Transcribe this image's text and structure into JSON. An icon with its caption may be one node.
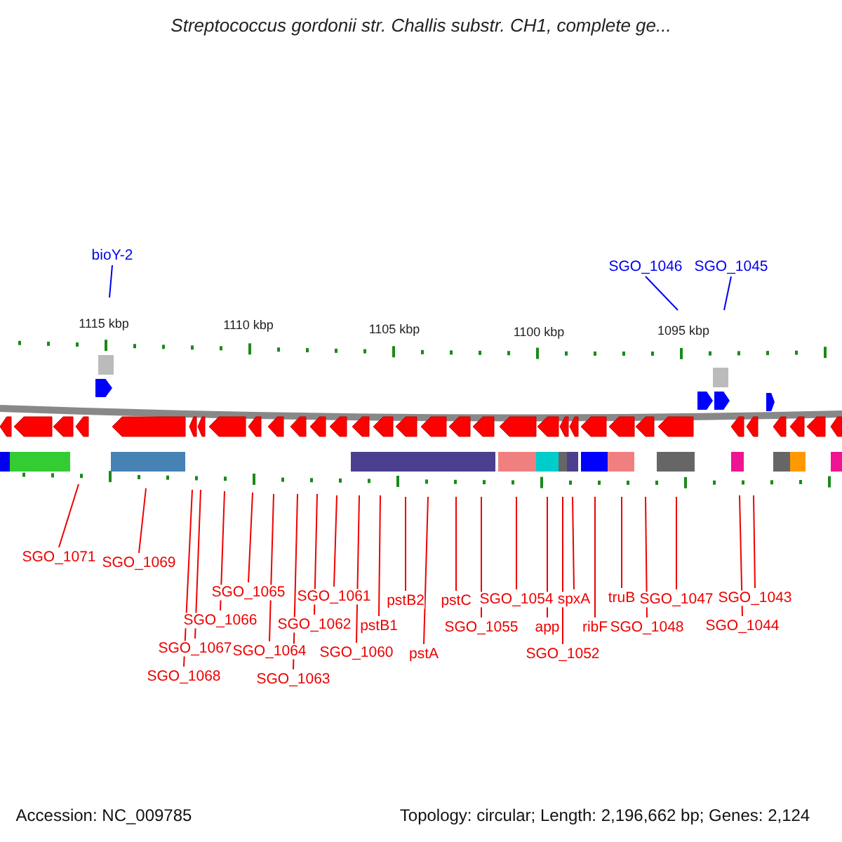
{
  "diagram": {
    "title": "Streptococcus gordonii str. Challis substr. CH1, complete ge...",
    "nodes": [
      {
        "text": [
          "bioY-2"
        ]
      },
      {
        "text": [
          "SGO_1046"
        ]
      },
      {
        "text": [
          "SGO_1045"
        ]
      },
      {
        "text": [
          "SGO_1071"
        ]
      },
      {
        "text": [
          "SGO_1069"
        ]
      },
      {
        "text": [
          "SGO_1068"
        ]
      },
      {
        "text": [
          "SGO_1067"
        ]
      },
      {
        "text": [
          "SGO_1066"
        ]
      },
      {
        "text": [
          "SGO_1065"
        ]
      },
      {
        "text": [
          "SGO_1064"
        ]
      },
      {
        "text": [
          "SGO_1063"
        ]
      },
      {
        "text": [
          "SGO_1062"
        ]
      },
      {
        "text": [
          "SGO_1061"
        ]
      },
      {
        "text": [
          "SGO_1060"
        ]
      },
      {
        "text": [
          "pstB1"
        ]
      },
      {
        "text": [
          "pstB2"
        ]
      },
      {
        "text": [
          "pstA"
        ]
      },
      {
        "text": [
          "pstC"
        ]
      },
      {
        "text": [
          "SGO_1055"
        ]
      },
      {
        "text": [
          "SGO_1054"
        ]
      },
      {
        "text": [
          "app"
        ]
      },
      {
        "text": [
          "SGO_1052"
        ]
      },
      {
        "text": [
          "spxA"
        ]
      },
      {
        "text": [
          "ribF"
        ]
      },
      {
        "text": [
          "truB"
        ]
      },
      {
        "text": [
          "SGO_1048"
        ]
      },
      {
        "text": [
          "SGO_1047"
        ]
      },
      {
        "text": [
          "SGO_1044"
        ]
      },
      {
        "text": [
          "SGO_1043"
        ]
      }
    ],
    "edges": [
      {
        "from": 0,
        "to": null,
        "arrow": "none",
        "color": "#0000ee"
      },
      {
        "from": 1,
        "to": null,
        "arrow": "none",
        "color": "#0000ee"
      },
      {
        "from": 2,
        "to": null,
        "arrow": "none",
        "color": "#0000ee"
      },
      {
        "from": 3,
        "to": null,
        "arrow": "none"
      },
      {
        "from": 4,
        "to": null,
        "arrow": "none"
      },
      {
        "from": 5,
        "to": null,
        "arrow": "none"
      },
      {
        "from": 6,
        "to": null,
        "arrow": "none"
      },
      {
        "from": 7,
        "to": null,
        "arrow": "none"
      },
      {
        "from": 8,
        "to": null,
        "arrow": "none"
      },
      {
        "from": 9,
        "to": null,
        "arrow": "none"
      },
      {
        "from": 10,
        "to": null,
        "arrow": "none"
      },
      {
        "from": 11,
        "to": null,
        "arrow": "none"
      },
      {
        "from": 12,
        "to": null,
        "arrow": "none"
      },
      {
        "from": 13,
        "to": null,
        "arrow": "none"
      },
      {
        "from": 14,
        "to": null,
        "arrow": "none"
      },
      {
        "from": 15,
        "to": null,
        "arrow": "none"
      },
      {
        "from": 16,
        "to": null,
        "arrow": "none"
      },
      {
        "from": 17,
        "to": null,
        "arrow": "none"
      },
      {
        "from": 18,
        "to": null,
        "arrow": "none"
      },
      {
        "from": 19,
        "to": null,
        "arrow": "none"
      },
      {
        "from": 20,
        "to": null,
        "arrow": "none"
      },
      {
        "from": 21,
        "to": null,
        "arrow": "none"
      },
      {
        "from": 22,
        "to": null,
        "arrow": "none"
      },
      {
        "from": 23,
        "to": null,
        "arrow": "none"
      },
      {
        "from": 24,
        "to": null,
        "arrow": "none"
      },
      {
        "from": 25,
        "to": null,
        "arrow": "none"
      },
      {
        "from": 26,
        "to": null,
        "arrow": "none"
      },
      {
        "from": 27,
        "to": null,
        "arrow": "none"
      },
      {
        "from": 28,
        "to": null,
        "arrow": "none"
      }
    ],
    "labels": [
      "1115 kbp",
      "1110 kbp",
      "1105 kbp",
      "1100 kbp",
      "1095 kbp",
      "Accession: NC_009785",
      "Topology: circular; Length: 2,196,662 bp; Genes: 2,124"
    ]
  }
}
